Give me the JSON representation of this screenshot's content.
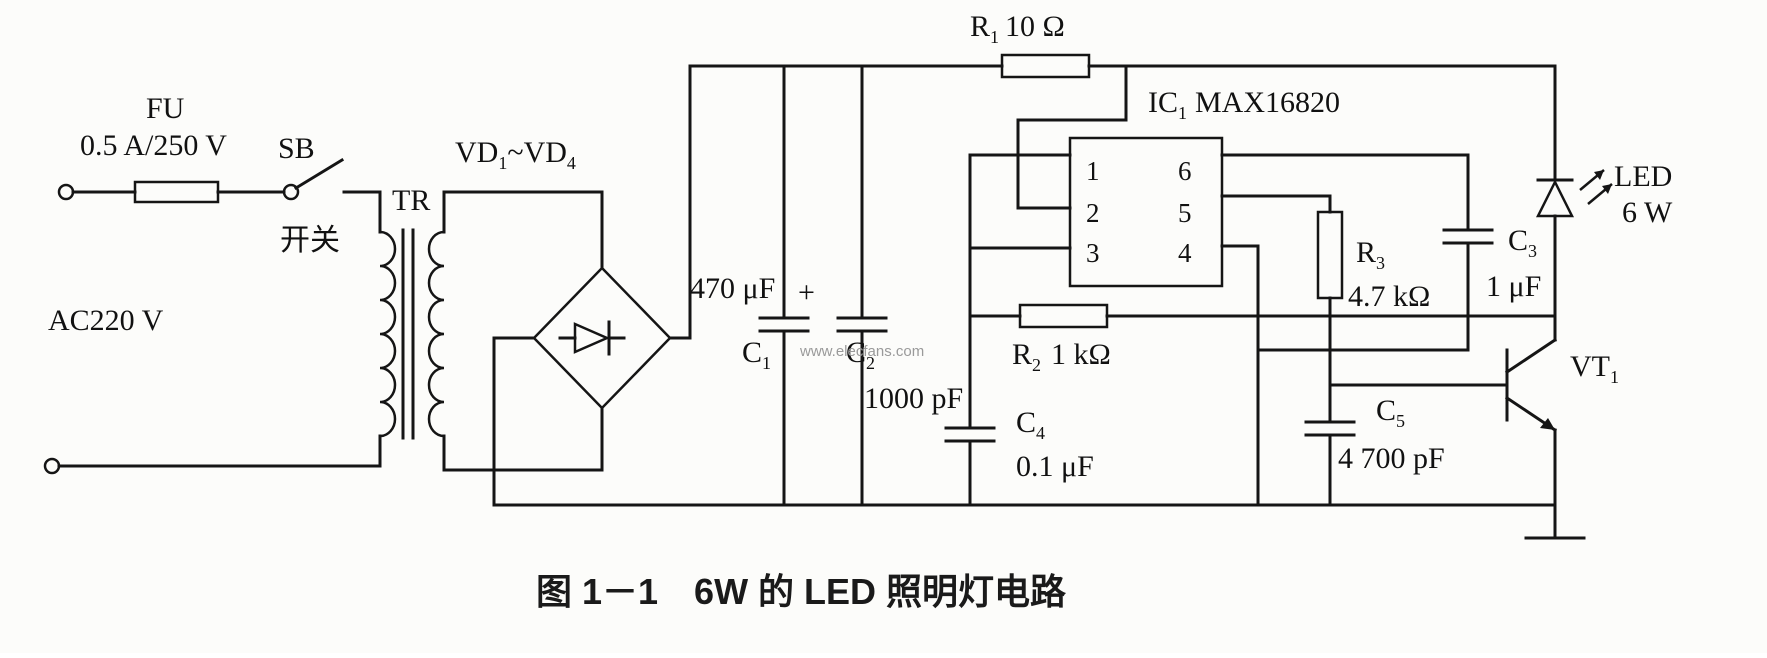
{
  "figure": {
    "caption": "图 1－1　6W 的 LED 照明灯电路",
    "watermark": "www.elecfans.com"
  },
  "labels": {
    "fuse_name": "FU",
    "fuse_rating": "0.5 A/250 V",
    "switch_name": "SB",
    "switch_text": "开关",
    "ac_source": "AC220 V",
    "transformer": "TR",
    "bridge_vd": "VD",
    "bridge_sub1": "1",
    "bridge_tilde": "~VD",
    "bridge_sub2": "4",
    "r1_name": "R",
    "r1_sub": "1",
    "r1_value": "10 Ω",
    "ic_name": "IC",
    "ic_sub": "1",
    "ic_part": "MAX16820",
    "c1_value": "470 μF",
    "c1_plus": "+",
    "c1_name": "C",
    "c1_sub": "1",
    "c2_name": "C",
    "c2_sub": "2",
    "c2_value": "1000 pF",
    "c4_name": "C",
    "c4_sub": "4",
    "c4_value": "0.1 μF",
    "r2_name": "R",
    "r2_sub": "2",
    "r2_value": "1 kΩ",
    "r3_name": "R",
    "r3_sub": "3",
    "r3_value": "4.7 kΩ",
    "c3_name": "C",
    "c3_sub": "3",
    "c3_value": "1 μF",
    "c5_name": "C",
    "c5_sub": "5",
    "c5_value": "4 700 pF",
    "led_name": "LED",
    "led_power": "6 W",
    "vt_name": "VT",
    "vt_sub": "1"
  },
  "ic_pins": [
    "1",
    "2",
    "3",
    "4",
    "5",
    "6"
  ]
}
